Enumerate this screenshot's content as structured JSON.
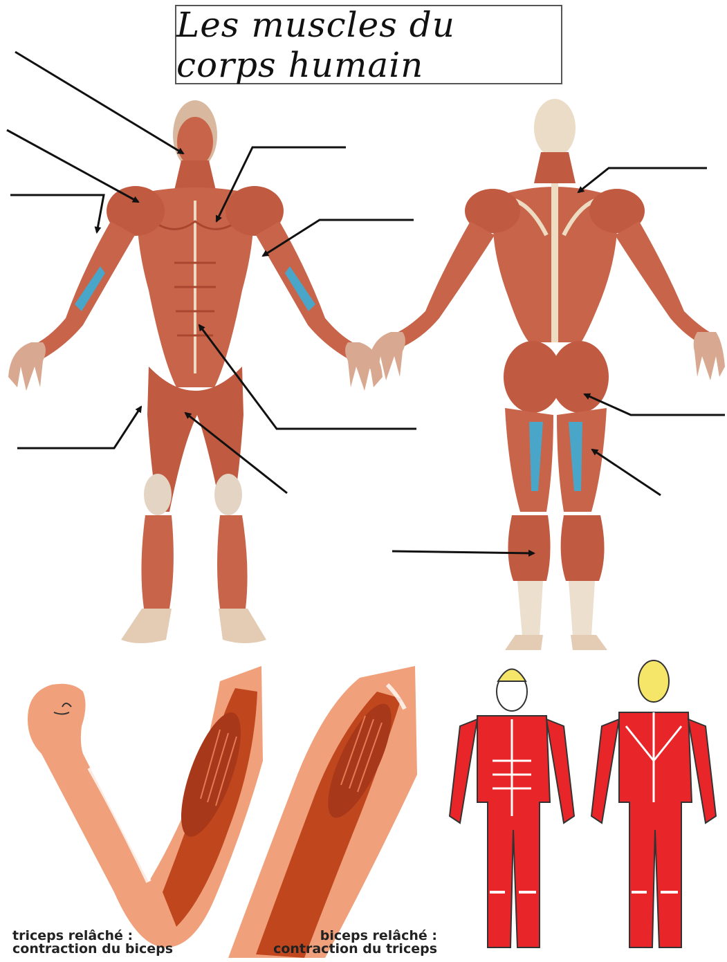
{
  "title": "Les muscles du corps humain",
  "captions": {
    "left_line1": "triceps relâché :",
    "left_line2": "contraction du biceps",
    "right_line1": "biceps relâché :",
    "right_line2": "contraction du triceps"
  },
  "colors": {
    "muscle": "#c8644a",
    "muscle_dark": "#a8462e",
    "tendon": "#eedcc2",
    "highlight_blue": "#4aa6c8",
    "arm_skin": "#f0a07a",
    "arm_muscle": "#c0461e",
    "diagram_red": "#e8262a",
    "hair_yellow": "#f5e66a"
  }
}
